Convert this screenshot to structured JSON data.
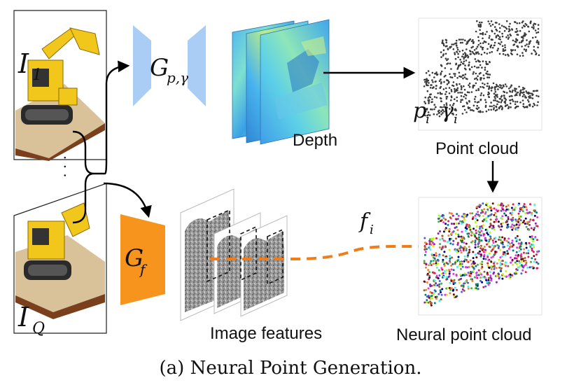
{
  "caption": "(a) Neural Point Generation.",
  "inputs": {
    "first_image": {
      "symbol": "I",
      "subscript": "1"
    },
    "last_image": {
      "symbol": "I",
      "subscript": "Q"
    },
    "ellipsis": "·  ·  ·"
  },
  "depth_branch": {
    "network": {
      "symbol": "G",
      "subscript": "p,γ",
      "color": "#a9cdf5"
    },
    "output_label": "Depth"
  },
  "point_cloud": {
    "label": "Point cloud",
    "attributes": {
      "p": "p",
      "p_sub": "i",
      "gamma": "γ",
      "gamma_sub": "i"
    }
  },
  "feature_branch": {
    "network": {
      "symbol": "G",
      "subscript": "f",
      "color": "#f7941d"
    },
    "output_label": "Image features"
  },
  "neural_cloud": {
    "label": "Neural point cloud",
    "feature": {
      "symbol": "f",
      "subscript": "i"
    }
  },
  "colors": {
    "arrow": "#000000",
    "feature_arrow": "#f07d1a"
  }
}
